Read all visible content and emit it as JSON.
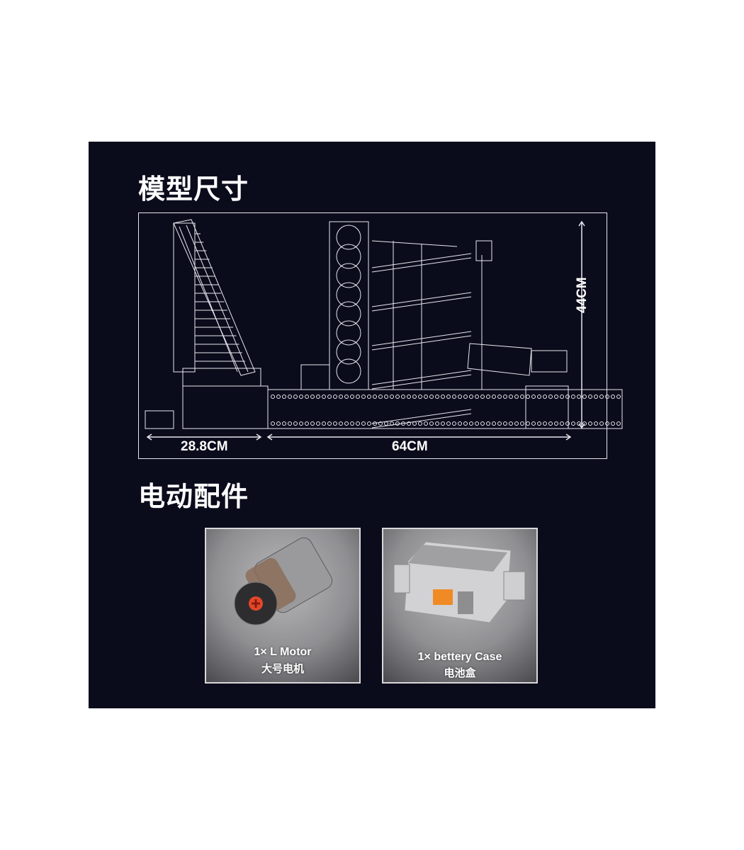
{
  "sections": {
    "dimensions_title": "模型尺寸",
    "accessories_title": "电动配件"
  },
  "dimensions": {
    "width_left": "28.8CM",
    "width_main": "64CM",
    "height": "44CM"
  },
  "accessories": [
    {
      "label_en": "1× L Motor",
      "label_cn": "大号电机",
      "icon": "motor-icon"
    },
    {
      "label_en": "1× bettery Case",
      "label_cn": "电池盒",
      "icon": "battery-box-icon"
    }
  ],
  "colors": {
    "background": "#0a0b1b",
    "line": "#e8e8ee",
    "accent_orange": "#f08a24"
  }
}
